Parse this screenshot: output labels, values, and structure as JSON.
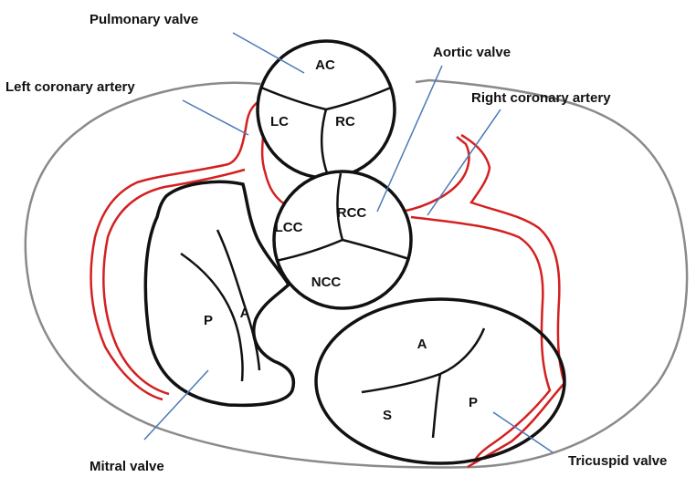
{
  "labels": {
    "pulmonary_valve": "Pulmonary valve",
    "aortic_valve": "Aortic valve",
    "left_coronary_artery": "Left coronary artery",
    "right_coronary_artery": "Right coronary artery",
    "mitral_valve": "Mitral valve",
    "tricuspid_valve": "Tricuspid valve"
  },
  "pulmonary_leaflets": {
    "anterior": "AC",
    "left": "LC",
    "right": "RC"
  },
  "aortic_leaflets": {
    "left": "LCC",
    "right": "RCC",
    "noncoronary": "NCC"
  },
  "mitral_leaflets": {
    "posterior": "P",
    "anterior": "A"
  },
  "tricuspid_leaflets": {
    "anterior": "A",
    "septal": "S",
    "posterior": "P"
  },
  "colors": {
    "outline": "#8a8a8a",
    "coronary_artery": "#d42020",
    "pointer": "#4a78b5",
    "structure": "#111111"
  }
}
